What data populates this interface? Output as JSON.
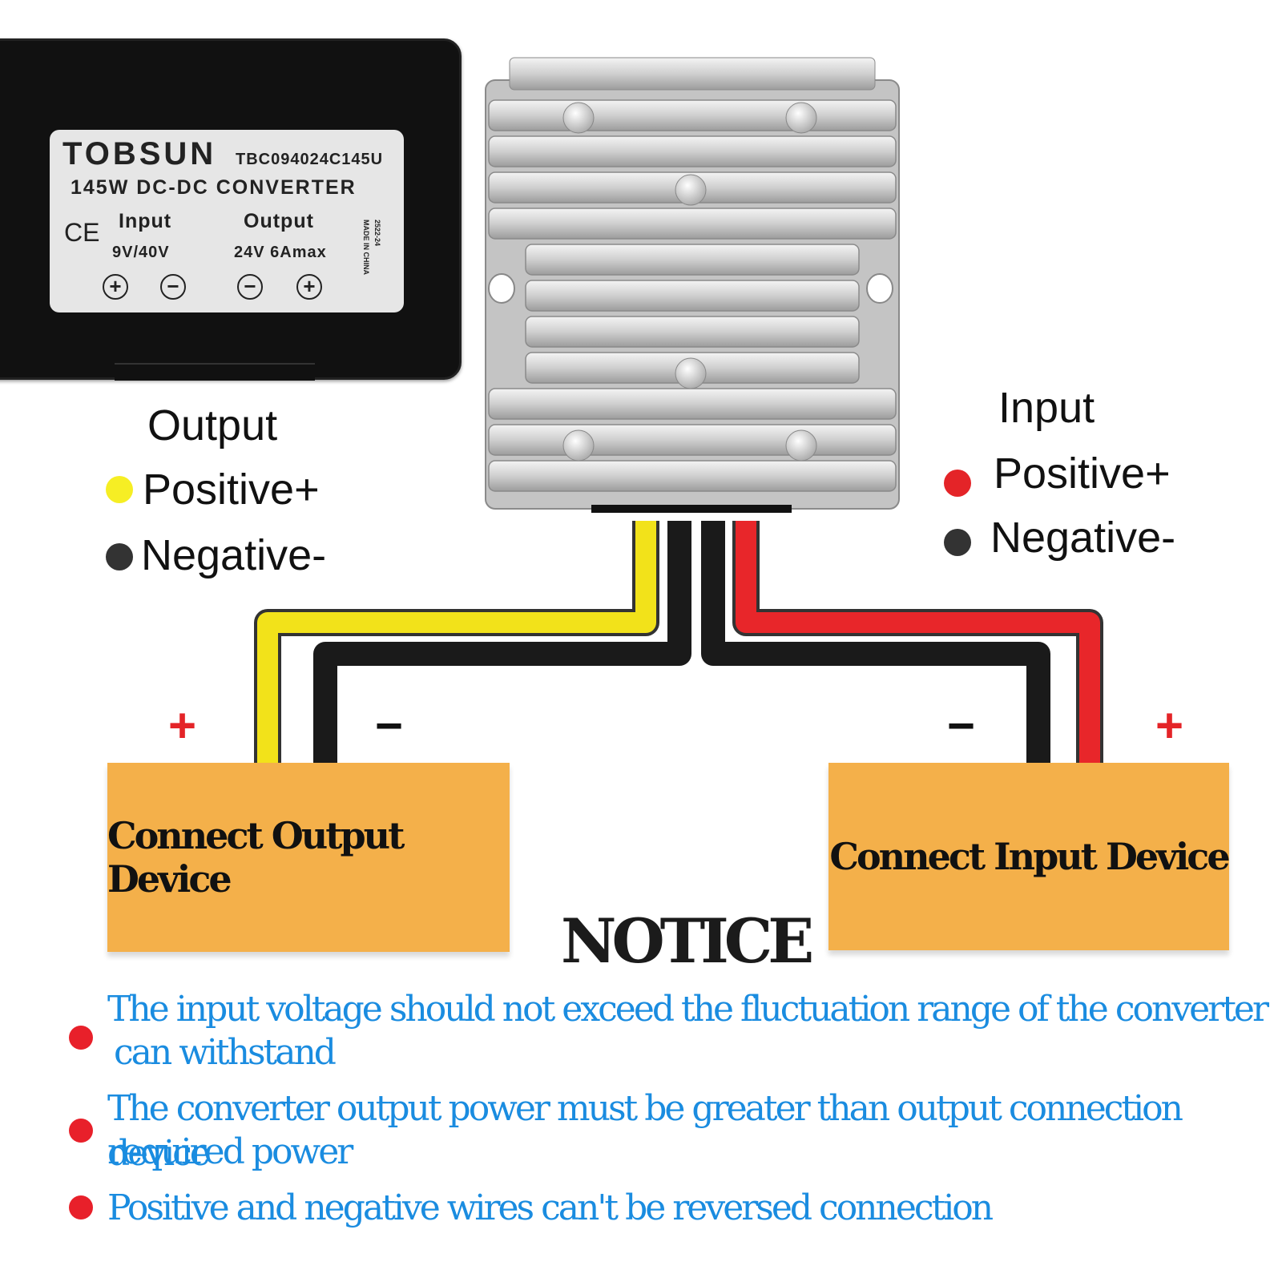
{
  "label": {
    "brand": "TOBSUN",
    "model": "TBC094024C145U",
    "title": "145W DC-DC CONVERTER",
    "ce_mark": "CE",
    "input_heading": "Input",
    "input_value": "9V/40V",
    "output_heading": "Output",
    "output_value": "24V 6Amax",
    "date_code": "2522-24",
    "origin": "MADE IN CHINA",
    "terminals": [
      "+",
      "−",
      "−",
      "+"
    ]
  },
  "output_legend": {
    "heading": "Output",
    "positive": "Positive+",
    "negative": "Negative-"
  },
  "input_legend": {
    "heading": "Input",
    "positive": "Positive+",
    "negative": "Negative-"
  },
  "signs": {
    "output_plus": "+",
    "output_minus": "−",
    "input_minus": "−",
    "input_plus": "+"
  },
  "devices": {
    "output": "Connect Output Device",
    "input": "Connect Input Device"
  },
  "notice": {
    "title": "NOTICE",
    "items": [
      {
        "line1": "The input voltage  should not exceed the fluctuation range of the converter",
        "line2": "can withstand"
      },
      {
        "line1": "The converter output power must be  greater than output connection device",
        "line2": "required power"
      },
      {
        "line1": "Positive and negative wires can't be  reversed connection",
        "line2": ""
      }
    ]
  },
  "colors": {
    "output_positive_wire": "#f2e21a",
    "negative_wire": "#1a1a1a",
    "input_positive_wire": "#e8262a",
    "device_box": "#f4b04a",
    "notice_text": "#1a8ce0",
    "bullet": "#e8202a"
  }
}
